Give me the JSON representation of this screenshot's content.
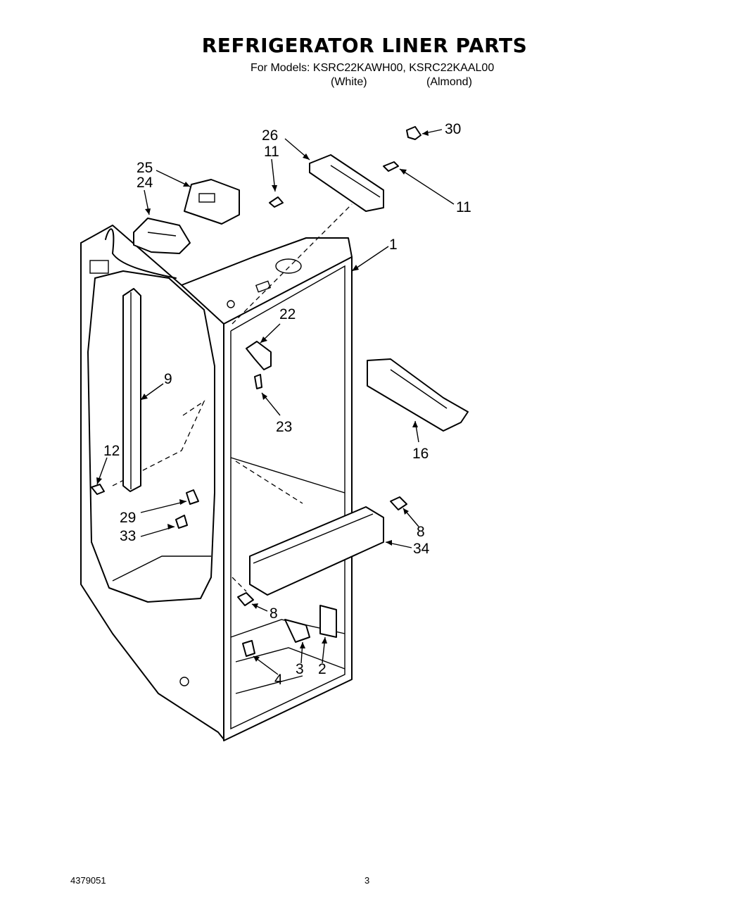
{
  "header": {
    "title": "REFRIGERATOR LINER PARTS",
    "models_line": "For Models: KSRC22KAWH00, KSRC22KAAL00",
    "color_1": "(White)",
    "color_2": "(Almond)"
  },
  "callouts": {
    "c1": "1",
    "c2": "2",
    "c3": "3",
    "c4": "4",
    "c8a": "8",
    "c8b": "8",
    "c9": "9",
    "c11a": "11",
    "c11b": "11",
    "c12": "12",
    "c16": "16",
    "c22": "22",
    "c23": "23",
    "c24": "24",
    "c25": "25",
    "c26": "26",
    "c29": "29",
    "c30": "30",
    "c33": "33",
    "c34": "34"
  },
  "footer": {
    "doc_number": "4379051",
    "page_number": "3"
  }
}
